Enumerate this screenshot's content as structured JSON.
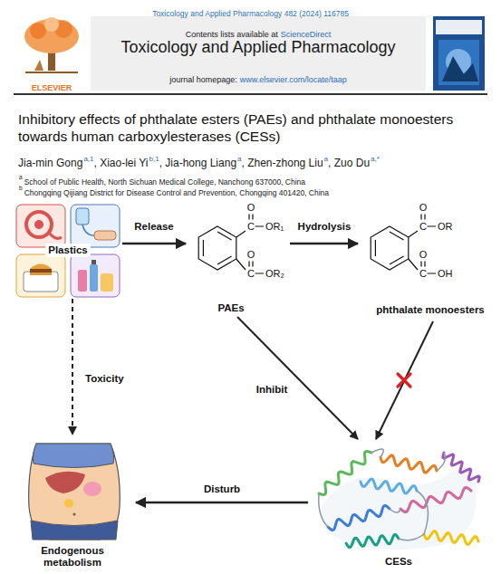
{
  "diagram": {
    "title": "Inhibitory effects of phthalate esters (PAEs) and phthalate monoesters towards human carboxylesterases (CESs)",
    "nodes": [
      {
        "text": [
          "Plastics"
        ]
      },
      {
        "text": [
          "PAEs"
        ]
      },
      {
        "text": [
          "phthalate monoesters"
        ]
      },
      {
        "text": [
          "Endogenous metabolism"
        ]
      },
      {
        "text": [
          "CESs"
        ]
      }
    ],
    "edges": [
      {
        "from": 0,
        "to": 1,
        "label": "Release",
        "arrow": "to"
      },
      {
        "from": 1,
        "to": 2,
        "label": "Hydrolysis",
        "arrow": "to"
      },
      {
        "from": 0,
        "to": 3,
        "label": "Toxicity",
        "arrow": "to"
      },
      {
        "from": 1,
        "to": 4,
        "label": "Inhibit",
        "arrow": "to"
      },
      {
        "from": 2,
        "to": 4,
        "arrow": "to"
      },
      {
        "from": 4,
        "to": 3,
        "label": "Disturb",
        "arrow": "to"
      }
    ],
    "labels": [
      "Toxicology and Applied Pharmacology 482 (2024) 116785",
      "Contents lists available at",
      "ScienceDirect",
      "Toxicology and Applied Pharmacology",
      "journal homepage:",
      "www.elsevier.com/locate/taap",
      "ELSEVIER",
      "Jia-min Gong",
      "a,1",
      ", Xiao-lei Yi",
      "b,1",
      ", Jia-hong Liang",
      "a",
      ", Zhen-zhong Liu",
      "a",
      ", Zuo Du",
      "a,*",
      "a",
      "School of Public Health, North Sichuan Medical College, Nanchong 637000, China",
      "b",
      "Chongqing Qijiang District for Disease Control and Prevention, Chongqing 401420, China",
      "O",
      "C",
      "OR₁",
      "O",
      "C",
      "OR₂",
      "O",
      "C",
      "OR",
      "O",
      "C",
      "OH"
    ]
  }
}
